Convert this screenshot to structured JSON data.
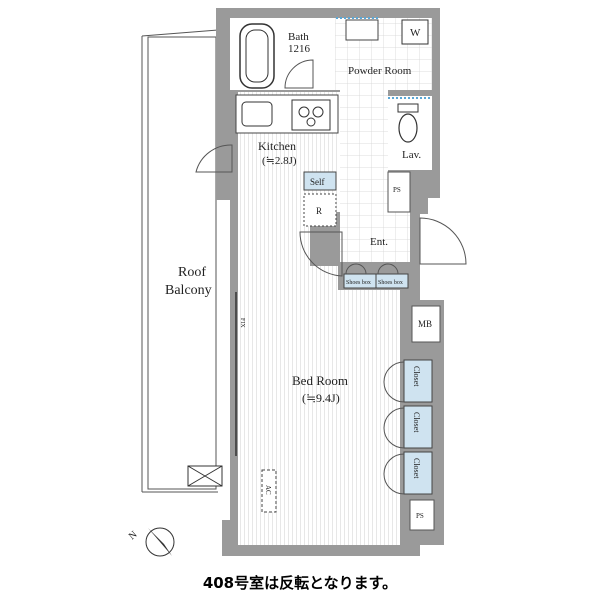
{
  "rooms": {
    "bath": "Bath",
    "bath_size": "1216",
    "powder_room": "Powder Room",
    "washer": "W",
    "kitchen": "Kitchen",
    "kitchen_size": "(≒2.8J)",
    "self": "Self",
    "fridge": "R",
    "lav": "Lav.",
    "ps_upper": "PS",
    "entrance": "Ent.",
    "shoes_box_1": "Shoes box",
    "shoes_box_2": "Shoes box",
    "roof_balcony_line1": "Roof",
    "roof_balcony_line2": "Balcony",
    "fix": "FIX",
    "mb": "MB",
    "bed_room": "Bed Room",
    "bed_room_size": "(≒9.4J)",
    "closet_1": "Closet",
    "closet_2": "Closet",
    "closet_3": "Closet",
    "ac": "AC",
    "ps_lower": "PS"
  },
  "compass_letter": "N",
  "caption": "408号室は反転となります。",
  "colors": {
    "wall": "#9a9a9a",
    "closet": "#cfe3f0",
    "floor_line": "#c8c8c8"
  }
}
